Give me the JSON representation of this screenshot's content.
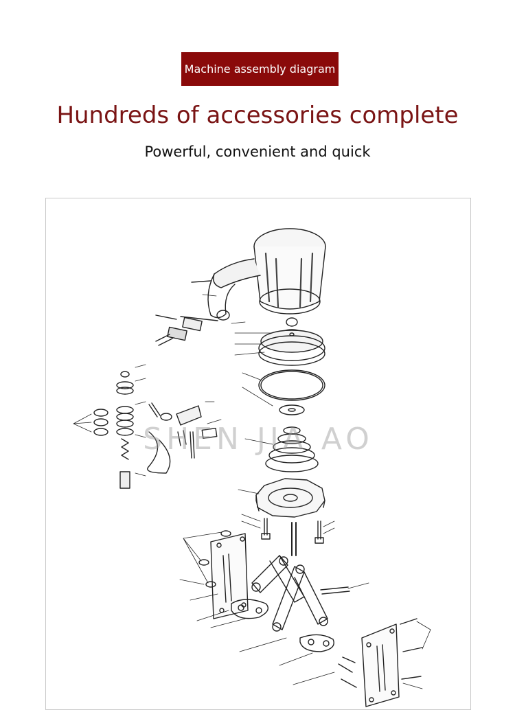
{
  "header": {
    "badge": "Machine assembly diagram",
    "headline": "Hundreds of accessories complete",
    "subline": "Powerful, convenient and quick"
  },
  "diagram": {
    "watermark": "SHEN JIA AO"
  },
  "colors": {
    "badge_bg": "#8a0a0a",
    "headline": "#7a1414",
    "line": "#222222"
  }
}
